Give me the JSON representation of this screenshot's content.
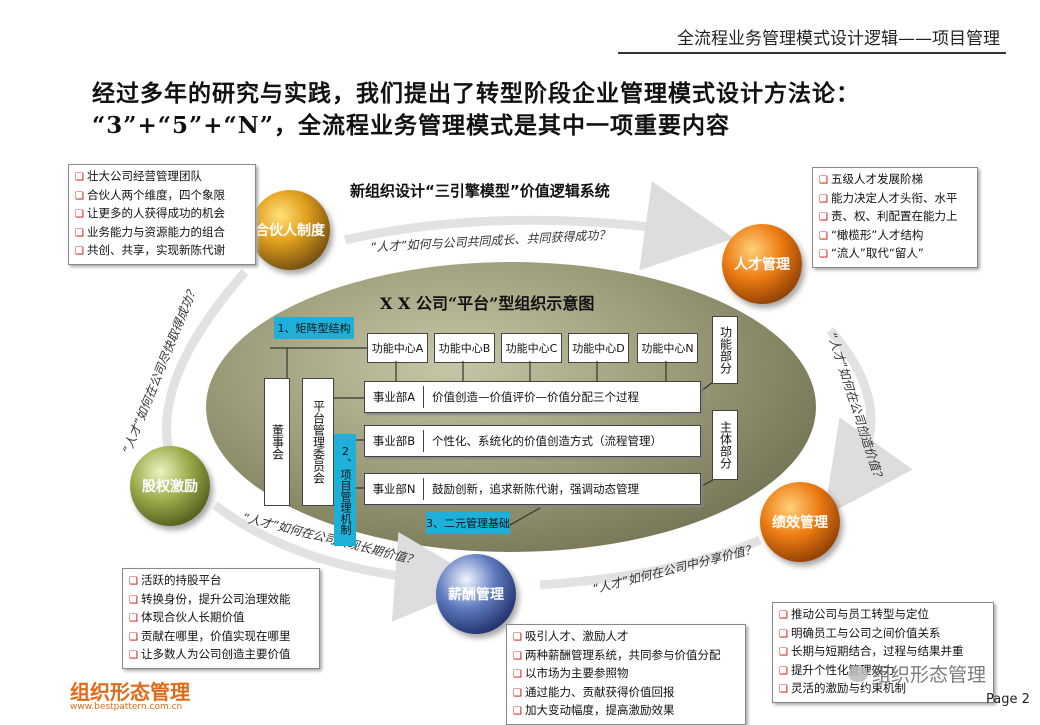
{
  "header": {
    "title": "全流程业务管理模式设计逻辑——项目管理"
  },
  "heading": {
    "line1": "经过多年的研究与实践，我们提出了转型阶段企业管理模式设计方法论：",
    "line2": "“3”+“5”+“N”，全流程业务管理模式是其中一项重要内容"
  },
  "diagram": {
    "title": "新组织设计“三引擎模型”价值逻辑系统",
    "org_title": "X X 公司“平台”型组织示意图",
    "arcs": {
      "top": "“人才”如何与公司共同成长、共同获得成功？",
      "left": "“人才”如何在公司尽快取得成功？",
      "right": "“人才”如何在公司创造价值？",
      "bottom_left": "“人才”如何在公司实现长期价值？",
      "bottom_right": "“人才”如何在公司中分享价值？"
    },
    "spheres": {
      "partner": "合伙人制度",
      "talent": "人才管理",
      "equity": "股权激励",
      "performance": "绩效管理",
      "salary": "薪酬管理"
    },
    "labels": {
      "matrix": "1、矩阵型结构",
      "project_mech": "2、项目管理机制",
      "dual": "3、二元管理基础"
    },
    "function_centers": [
      "功能中心A",
      "功能中心B",
      "功能中心C",
      "功能中心D",
      "功能中心N"
    ],
    "board": "董事会",
    "platform": "平台管理委员会",
    "func_part": "功能部分",
    "main_part": "主体部分",
    "divisions": [
      {
        "name": "事业部A",
        "text": "价值创造—价值评价—价值分配三个过程"
      },
      {
        "name": "事业部B",
        "text": "个性化、系统化的价值创造方式（流程管理）"
      },
      {
        "name": "事业部N",
        "text": "鼓励创新，追求新陈代谢，强调动态管理"
      }
    ]
  },
  "boxes": {
    "partner": [
      "壮大公司经营管理团队",
      "合伙人两个维度，四个象限",
      "让更多的人获得成功的机会",
      "业务能力与资源能力的组合",
      "共创、共享，实现新陈代谢"
    ],
    "talent": [
      "五级人才发展阶梯",
      "能力决定人才头衔、水平",
      "责、权、利配置在能力上",
      "“橄榄形”人才结构",
      "“流人”取代“留人”"
    ],
    "equity": [
      "活跃的持股平台",
      "转换身份，提升公司治理效能",
      "体现合伙人长期价值",
      "贡献在哪里，价值实现在哪里",
      "让多数人为公司创造主要价值"
    ],
    "salary": [
      "吸引人才、激励人才",
      "两种薪酬管理系统，共同参与价值分配",
      "以市场为主要参照物",
      "通过能力、贡献获得价值回报",
      "加大变动幅度，提高激励效果"
    ],
    "performance": [
      "推动公司与员工转型与定位",
      "明确员工与公司之间价值关系",
      "长期与短期结合，过程与结果并重",
      "提升个性化管理效力",
      "灵活的激励与约束机制"
    ]
  },
  "footer": {
    "logo": "组织形态管理",
    "url": "www.bestpattern.com.cn",
    "watermark": "组织形态管理",
    "page": "Page 2"
  },
  "colors": {
    "accent_cyan": "#1fb0d9",
    "check_red": "#cc0000",
    "logo_orange": "#e06a1a"
  }
}
